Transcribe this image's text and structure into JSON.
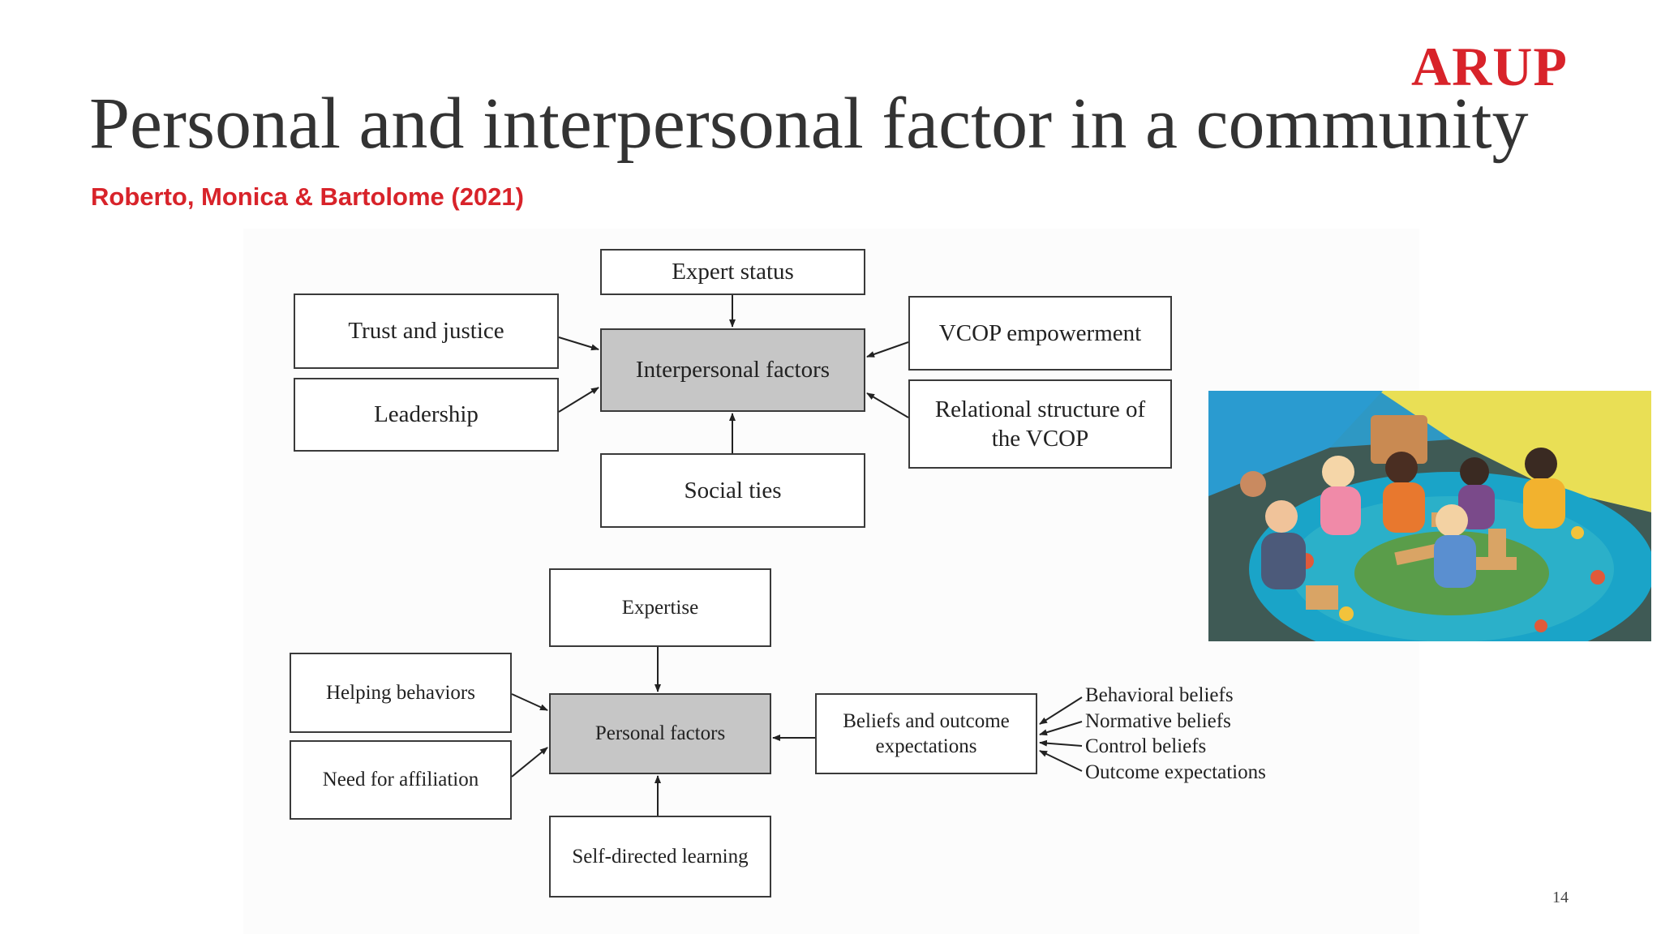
{
  "logo": "ARUP",
  "title": "Personal and interpersonal factor in a community",
  "subtitle": "Roberto, Monica & Bartolome (2021)",
  "page_number": "14",
  "colors": {
    "accent": "#d8232a",
    "title_text": "#333333",
    "factor_box_fill": "#c6c6c6"
  },
  "diagram_interpersonal": {
    "center": "Interpersonal factors",
    "top": "Expert status",
    "left_top": "Trust and justice",
    "left_bottom": "Leadership",
    "right_top": "VCOP empowerment",
    "right_bottom": "Relational structure of the VCOP",
    "bottom": "Social ties"
  },
  "diagram_personal": {
    "center": "Personal factors",
    "top": "Expertise",
    "left_top": "Helping behaviors",
    "left_bottom": "Need for affiliation",
    "right": "Beliefs and outcome expectations",
    "bottom": "Self-directed learning",
    "beliefs": [
      "Behavioral beliefs",
      "Normative beliefs",
      "Control beliefs",
      "Outcome expectations"
    ]
  }
}
